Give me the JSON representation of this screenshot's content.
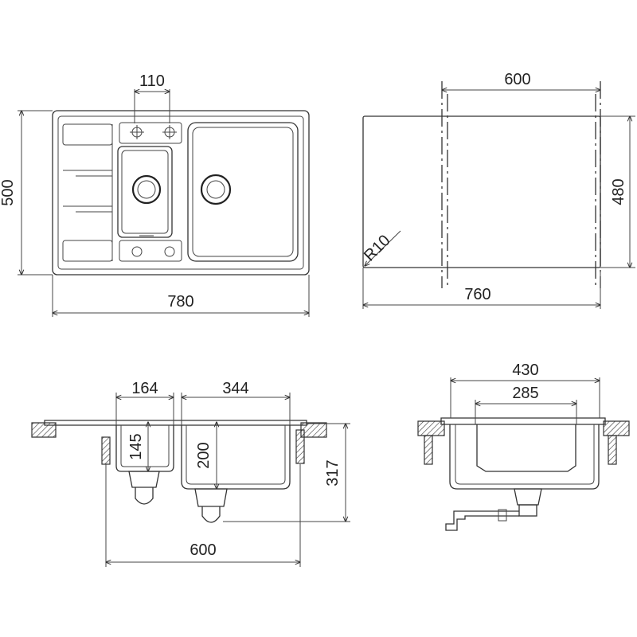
{
  "labels": {
    "top_faucet_spacing": "110",
    "sink_height": "500",
    "sink_width": "780",
    "cutout_width_inner": "600",
    "cutout_height": "480",
    "corner_radius": "R10",
    "cutout_width": "760",
    "small_bowl_width": "164",
    "large_bowl_width": "344",
    "small_bowl_depth": "145",
    "large_bowl_depth": "200",
    "overall_depth": "317",
    "cabinet_width": "600",
    "side_outer_width": "430",
    "side_inner_width": "285"
  },
  "colors": {
    "line": "#333333",
    "text": "#222222",
    "background": "#ffffff"
  }
}
